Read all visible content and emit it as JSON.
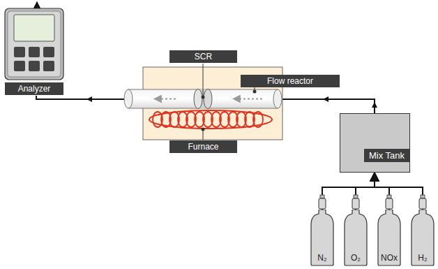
{
  "diagram": {
    "nodes": [
      {
        "text": [
          "Analyzer"
        ]
      },
      {
        "text": [
          "SCR"
        ]
      },
      {
        "text": [
          "Flow reactor"
        ]
      },
      {
        "text": [
          "Furnace"
        ]
      },
      {
        "text": [
          "Mix Tank"
        ]
      },
      {
        "text": [
          "N₂"
        ]
      },
      {
        "text": [
          "O₂"
        ]
      },
      {
        "text": [
          "NOx"
        ]
      },
      {
        "text": [
          "H₂"
        ]
      }
    ],
    "edges": [
      {
        "from": 5,
        "to": 4,
        "arrow": "to"
      },
      {
        "from": 6,
        "to": 4,
        "arrow": "to"
      },
      {
        "from": 7,
        "to": 4,
        "arrow": "to"
      },
      {
        "from": 8,
        "to": 4,
        "arrow": "to"
      }
    ]
  }
}
